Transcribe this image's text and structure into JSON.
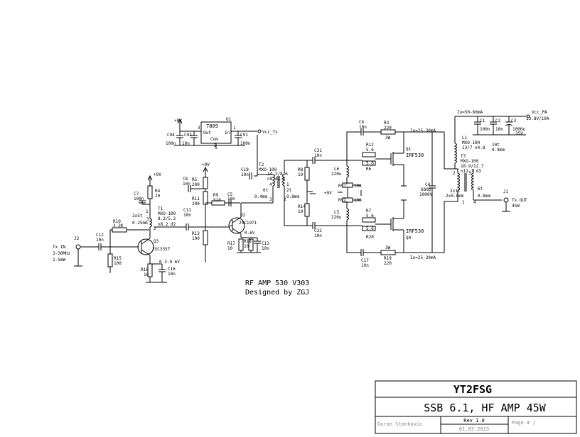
{
  "title_block": {
    "callsign": "YT2FSG",
    "project": "SSB 6.1, HF AMP 45W",
    "author": "Goran Stankovic",
    "revision": "Rev 1.0",
    "page": "Page # /",
    "date": "01.03.2013"
  },
  "notes": {
    "line1": "RF AMP 530 V303",
    "line2": "Designed by ZGJ"
  },
  "ports": {
    "vcc_tx": "Vcc_Tx",
    "vcc_pa": "Vcc_PA",
    "vcc_pa_spec": "13.8V/10A",
    "rf_in": "Tx IN",
    "rf_in_band": "3-30MHz",
    "rf_in_level": "1-5mW",
    "rf_out": "Tx OUT",
    "rf_out_level": "45W",
    "plus9v_a": "+9V",
    "plus9v_b": "+9V",
    "plus9v_c": "+9V",
    "plus9v_bias": "+9V"
  },
  "parts": {
    "u1": "U1",
    "u1_type": "7809",
    "u1_out": "Out",
    "u1_in": "In",
    "u1_com": "Com",
    "u1_p1": "1",
    "u1_p2": "2",
    "u1_p3": "3",
    "c94": "C94",
    "c94v": "100n",
    "c92": "C92",
    "c92v": "10n",
    "c91": "C91",
    "c91v": "100n",
    "c7": "C7",
    "c7v": "100n",
    "r4": "R4",
    "r4v": "20",
    "r10": "R10",
    "r10v": "3.3K",
    "c12": "C12",
    "c12v": "10n",
    "r15": "R15",
    "r15v": "100",
    "q3": "Q3",
    "q3t": "2SC3357",
    "r16": "R16",
    "r16v": "10",
    "c16": "C16",
    "c16v": "10n",
    "v_q3e": "0.3-0.6V",
    "t1": "T1",
    "t1_turns": "2x5t",
    "t1_core": "MXO-100",
    "t1_dim": "0.25mm",
    "t1_dim2": "8.2/5.2",
    "t1_dim3": "n8.2 d2",
    "t1_p1": "1",
    "t1_p2": "2",
    "t1_p3": "3",
    "c8": "C8",
    "c8v": "10n",
    "r5": "R5",
    "r5v": "200",
    "r11": "R11",
    "r11v": "200",
    "c11": "C11",
    "c11v": "10n",
    "r13": "R13",
    "r13v": "100",
    "r9": "R9",
    "r9v": "510",
    "c5": "C5",
    "c5v": "10n",
    "q2": "Q2",
    "q2t": "2SC1971",
    "r17": "R17",
    "r17v": "10",
    "r18": "R18",
    "r18v": "10",
    "c13": "C13",
    "c13v": "10n",
    "v_q2e": "0.6V",
    "c18": "C18",
    "c18v": "10n",
    "t2": "T2",
    "t2_core": "MXO-100",
    "t2_dim": "14.2/8.6",
    "t2_dim2": "n8 d2.5",
    "t2_turns": "6t",
    "t2_wire": "0.4mm",
    "t2_turns2": "2t",
    "t2_wire2": "0.8mm",
    "t2_p1": "1",
    "t2_p2": "2",
    "t2_p3": "3",
    "t2_p4": "4",
    "c31": "C31",
    "c31v": "10n",
    "c32": "C32",
    "c32v": "10n",
    "r8": "R8",
    "r8v": "10",
    "r14": "R14",
    "r14v": "10",
    "l6": "L6",
    "l6v": "220u",
    "l5": "L5",
    "l5v": "220u",
    "rv1": "RV1",
    "rv1v": "10K",
    "rv2": "RV2",
    "rv2v": "10K",
    "r12": "R12",
    "r12v": "5.6",
    "r12v2": "5.6",
    "r6": "R6",
    "r7": "R7",
    "r7v": "5.6",
    "r7v2": "5.6",
    "r20": "R20",
    "c6": "C6",
    "c6v": "10n",
    "r3": "R3",
    "r3v": "220",
    "r3w": "3W",
    "r19": "R19",
    "r19v": "220",
    "r19w": "3W",
    "c17": "C17",
    "c17v": "10n",
    "q1": "Q1",
    "q1t": "IRF530",
    "q4": "Q4",
    "q4t": "IRF530",
    "io_top": "Io=25-30mA",
    "io_bot": "Io=25-30mA",
    "io_pa": "Io=50-60mA",
    "c4": "C4",
    "c4v": "680p",
    "c4w": "1000V",
    "t3": "T3",
    "t3_core": "MXO-100",
    "t3_dim": "18.9/12.7",
    "t3_dim2": "n12.7 d3",
    "t3_turns": "2x1t",
    "t3_wire": "2x0.8mm",
    "t3_turns2": "6t",
    "t3_wire2": "0.8mm",
    "t3_p1": "1",
    "t3_p2": "2",
    "t3_p3": "3",
    "t3_p4": "4",
    "l1": "L1",
    "l1_core": "MXO-100",
    "l1_dim": "13/7 n4.8",
    "l1_turns": "10t",
    "l1_wire": "0.8mm",
    "c1": "C1",
    "c1v": "100n",
    "c2": "C2",
    "c2v": "10n",
    "c3": "C3",
    "c3v": "1000u",
    "c3w": "35V",
    "j1": "J1",
    "j2": "J2"
  }
}
